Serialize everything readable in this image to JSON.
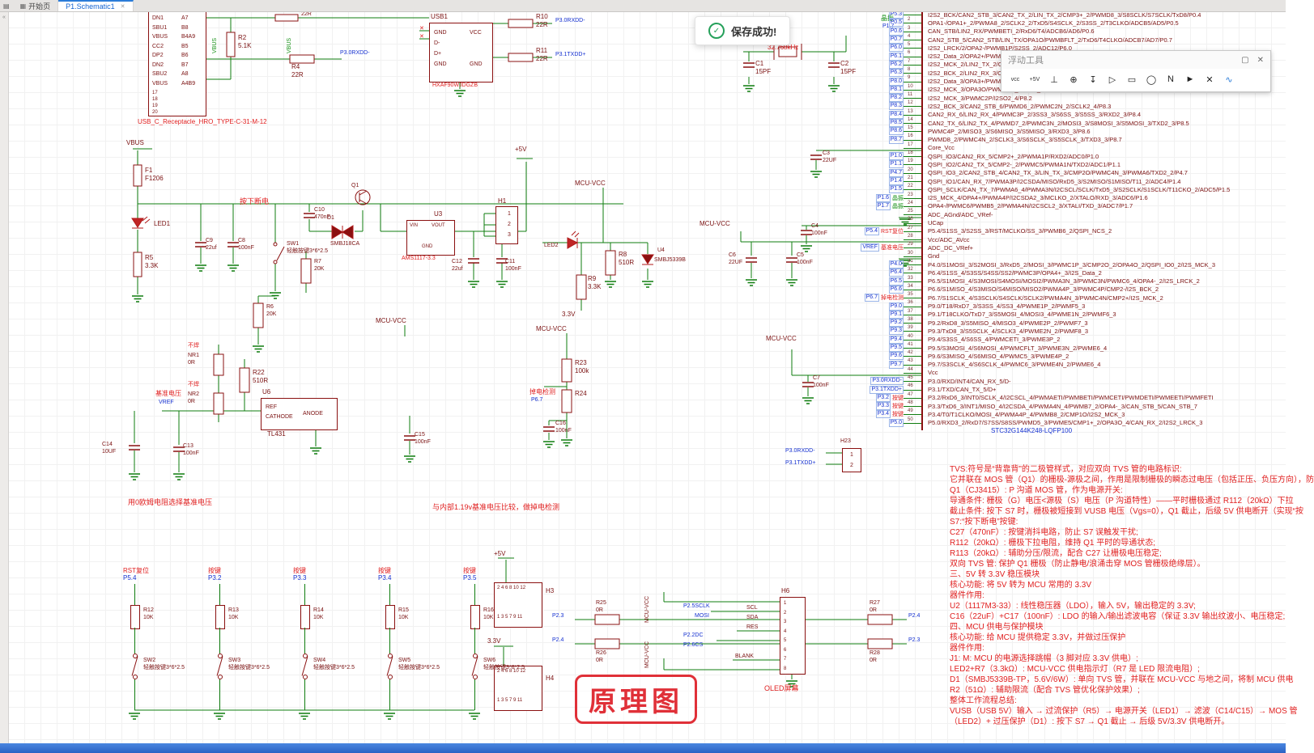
{
  "colors": {
    "wire": "#0f7d0f",
    "symbol": "#8a1010",
    "net_label": "#1430d0",
    "annotation_red": "#e02020",
    "tag_green": "#159015",
    "toast_green": "#25a05a",
    "tab_active_blue": "#1464d2"
  },
  "tabbar": {
    "nav_icon": "▤",
    "tabs": [
      {
        "icon": "▦",
        "label": "开始页"
      },
      {
        "label": "P1.Schematic1",
        "close": "✕"
      }
    ]
  },
  "toast": {
    "icon": "✓",
    "text": "保存成功!"
  },
  "float_toolbar": {
    "title": "浮动工具",
    "win_icons": {
      "restore": "▢",
      "close": "✕"
    },
    "icons": [
      "vcc",
      "+5V",
      "⊥",
      "⊕",
      "↧",
      "▷",
      "▭",
      "◯",
      "N",
      "►",
      "✕",
      "∿"
    ]
  },
  "mcu": {
    "part": "STC32G144K248-LQFP100",
    "rows": [
      {
        "net": "P5.3",
        "num": "1",
        "name": "I2S2_BCK/CAN2_STB_3/CAN2_TX_2/LIN_TX_2/CMP3+_2/PWMD8_3/S8SCLK/S7SCLK/TxD8/P0.4"
      },
      {
        "net": "P0.5",
        "num": "2",
        "name": "OPA1-/OPA1+_2/PWMA8_2/SCLK2_2/TxD5/S4SCLK_2/S3SS_2/T3CLKO/ADCB5/AD5/P0.5"
      },
      {
        "net": "P0.6",
        "num": "3",
        "name": "CAN_STB/LIN2_RX/PWMBETI_2/RxD6/T4/ADCB6/AD6/P0.6"
      },
      {
        "net": "P0.7",
        "num": "4",
        "name": "CAN2_STB_5/CAN2_STB/LIN_TX/OPA1O/PWMBFLT_2/TxD6/T4CLKO/ADCB7/AD7/P0.7"
      },
      {
        "net": "P6.0",
        "num": "5",
        "name": "I2S2_LRCK/2/OPA2-/PWMB1P/S2SS_2/ADC12/P6.0"
      },
      {
        "net": "P6.1",
        "num": "6",
        "name": "I2S2_Data_2/OPA2+/PWMB1N/S2MOSI_2/ADC13/P6.1"
      },
      {
        "net": "P6.2",
        "num": "7",
        "name": "I2S2_MCK_2/LIN2_TX_2/OPA2O/PWMB2P/S2MISO_2/P6.2"
      },
      {
        "net": "P6.3",
        "num": "8",
        "name": "I2S2_BCK_2/LIN2_RX_3/OPA3-/PWMB2N/S2SCLK_2/P6.3"
      },
      {
        "net": "P8.0",
        "num": "9",
        "name": "I2S2_Data_3/OPA3+/PWMC1P_2/I2SI_4/P8.0"
      },
      {
        "net": "P8.1",
        "num": "10",
        "name": "I2S2_MCK_3/OPA3O/PWMC1N_2/I2SO_4/P8.1"
      },
      {
        "net": "P8.2",
        "num": "11",
        "name": "I2S2_MCK_3/PWMC2P/I2SO2_4/P8.2"
      },
      {
        "net": "P8.3",
        "num": "12",
        "name": "I2S2_BCK_3/CAN2_STB_6/PWMD6_2/PWMC2N_2/SCLK2_4/P8.3"
      },
      {
        "net": "P8.4",
        "num": "13",
        "name": "CAN2_RX_6/LIN2_RX_4/PWMC3P_2/3SS3_3/S6SS_3/S5SS_3/RXD2_3/P8.4"
      },
      {
        "net": "P8.5",
        "num": "14",
        "name": "CAN2_TX_6/LIN2_TX_4/PWMD7_2/PWMC3N_2/MOSI3_3/S8MOSI_3/S5MOSI_3/TXD2_3/P8.5"
      },
      {
        "net": "P8.6",
        "num": "15",
        "name": "PWMC4P_2/MISO3_3/S6MISO_3/S5MISO_3/RXD3_3/P8.6"
      },
      {
        "net": "P8.7",
        "num": "16",
        "name": "PWMD8_2/PWMC4N_2/SCLK3_3/S6SCLK_3/S5SCLK_3/TXD3_3/P8.7"
      },
      {
        "num": "17",
        "name": "Core_Vcc"
      },
      {
        "net": "P1.0",
        "num": "18",
        "name": "QSPI_IO3/CAN2_RX_5/CMP2+_2/PWMA1P/RXD2/ADC0/P1.0"
      },
      {
        "net": "P1.1",
        "num": "19",
        "name": "QSPI_IO2/CAN2_TX_5/CMP2-_2/PWMC5/PWMA1N/TXD2/ADC1/P1.1"
      },
      {
        "net": "P4.7",
        "num": "20",
        "name": "QSPI_IO3_2/CAN2_STB_4/CAN2_TX_3/LIN_TX_3/CMP2O/PWMC4N_3/PWMA6/TXD2_2/P4.7"
      },
      {
        "net": "P1.4",
        "num": "21",
        "name": "QSPI_IO1/CAN_RX_7/PWMA3P/I2CSDA/MISO/RxD5_3/S2MISO/S1MISO/T11_2/ADC4/P1.4"
      },
      {
        "net": "P1.5",
        "num": "22",
        "name": "QSPI_SCLK/CAN_TX_7/PWMA6_4/PWMA3N/I2CSCL/SCLK/TxD5_3/S2SCLK/S1SCLK/T11CKO_2/ADC5/P1.5"
      },
      {
        "net": "P1.6",
        "tg": "晶振",
        "num": "23",
        "name": "I2S_MCK_4/OPA4+/PWMA4P/I2CSDA2_3/MCLKO_2/XTALO/RXD_3/ADC6/P1.6"
      },
      {
        "net": "P1.7",
        "tg": "晶振",
        "num": "24",
        "name": "OPA4-/PWMC6/PWMB5_2/PWMA4N/I2CSCL2_3/XTALI/TXD_3/ADC7/P1.7"
      },
      {
        "num": "25",
        "name": "ADC_AGnd/ADC_VRef-"
      },
      {
        "num": "26",
        "name": "UCap"
      },
      {
        "net": "P5.4",
        "tr": "RST复位",
        "num": "27",
        "name": "P5.4/S1SS_3/S2SS_3/RST/MCLKO/SS_3/PWMB6_2/QSPI_NCS_2"
      },
      {
        "num": "28",
        "name": "Vcc/ADC_AVcc"
      },
      {
        "net": "VREF",
        "tr": "基准电压",
        "num": "29",
        "name": "ADC_DC_VRef+"
      },
      {
        "num": "30",
        "name": "Gnd"
      },
      {
        "net": "P4.0",
        "num": "31",
        "name": "P4.0/S1MOSI_3/S2MOSI_3/RxD5_2/MOSI_3/PWMC1P_3/CMP2O_2/OPA4O_2/QSPI_IO0_2/I2S_MCK_3"
      },
      {
        "net": "P6.4",
        "num": "32",
        "name": "P6.4/S1SS_4/S3SS/S4SS/SS2/PWMC3P/OPA4+_3/I2S_Data_2"
      },
      {
        "net": "P6.5",
        "num": "33",
        "name": "P6.5/S1MOSI_4/S3MOSI/S4MOSI/MOSI2/PWMA3N_3/PWMC3N/PWMC6_4/OPA4-_2/I2S_LRCK_2"
      },
      {
        "net": "P6.6",
        "num": "34",
        "name": "P6.6/S1MISO_4/S3MISO/S4MISO/MISO2/PWMA4P_3/PWMC4P/CMP2-/I2S_BCK_2"
      },
      {
        "net": "P6.7",
        "tr": "掉电检测",
        "num": "35",
        "name": "P6.7/S1SCLK_4/S3SCLK/S4SCLK/SCLK2/PWMA4N_3/PWMC4N/CMP2+/I2S_MCK_2"
      },
      {
        "net": "P9.0",
        "num": "36",
        "name": "P9.0/T18/RxD7_3/S3SS_4/SS3_4/PWME1P_2/PWMF5_3"
      },
      {
        "net": "P9.1",
        "num": "37",
        "name": "P9.1/T18CLKO/TxD7_3/S5MOSI_4/MOSI3_4/PWME1N_2/PWMF6_3"
      },
      {
        "net": "P9.2",
        "num": "38",
        "name": "P9.2/RxD8_3/S5MISO_4/MISO3_4/PWME2P_2/PWMF7_3"
      },
      {
        "net": "P9.3",
        "num": "39",
        "name": "P9.3/TxD8_3/S5SCLK_4/SCLK3_4/PWME2N_2/PWMF8_3"
      },
      {
        "net": "P9.4",
        "num": "40",
        "name": "P9.4/S3SS_4/S6SS_4/PWMCETI_3/PWME3P_2"
      },
      {
        "net": "P9.5",
        "num": "41",
        "name": "P9.5/S3MOSI_4/S6MOSI_4/PWMCFLT_3/PWME3N_2/PWME6_4"
      },
      {
        "net": "P9.6",
        "num": "42",
        "name": "P9.6/S3MISO_4/S6MISO_4/PWMC5_3/PWME4P_2"
      },
      {
        "net": "P9.7",
        "num": "43",
        "name": "P9.7/S3SCLK_4/S6SCLK_4/PWMC6_3/PWME4N_2/PWME6_4"
      },
      {
        "num": "44",
        "name": "Vcc"
      },
      {
        "net": "P3.0RXDD-",
        "num": "45",
        "name": "P3.0/RXD/INT4/CAN_RX_5/D-"
      },
      {
        "net": "P3.1TXDD+",
        "num": "46",
        "name": "P3.1/TXD/CAN_TX_5/D+"
      },
      {
        "net": "P3.2",
        "tr": "按键",
        "num": "47",
        "name": "P3.2/RxD6_3/INT0/SCLK_4/I2CSCL_4/PWMAETI/PWMBETI/PWMCETI/PWMDETI/PWMEETI/PWMFETI"
      },
      {
        "net": "P3.3",
        "tr": "按键",
        "num": "48",
        "name": "P3.3/TxD6_3/INT1/MISO_4/I2CSDA_4/PWMA4N_4/PWMB7_2/OPA4-_3/CAN_STB_5/CAN_STB_7"
      },
      {
        "net": "P3.4",
        "tr": "按键",
        "num": "49",
        "name": "P3.4/T0/T1CLKO/MOSI_4/PWMA4P_4/PWMB8_2/CMP1O/I2S2_MCK_3"
      },
      {
        "net": "P5.0",
        "num": "50",
        "name": "P5.0/RXD3_2/RxD7/S7SS/S8SS/PWMD5_3/PWME5/CMP1+_2/OPA3O_4/CAN_RX_2/I2S2_LRCK_3"
      }
    ]
  },
  "switch_bank": {
    "columns": [
      {
        "tag": "RST复位",
        "net": "P5.4",
        "res": "R12\n10K",
        "sw": "SW2\n轻触按键3*6*2.5"
      },
      {
        "tag": "按键",
        "net": "P3.2",
        "res": "R13\n10K",
        "sw": "SW3\n轻触按键3*6*2.5"
      },
      {
        "tag": "按键",
        "net": "P3.3",
        "res": "R14\n10K",
        "sw": "SW4\n轻触按键3*6*2.5"
      },
      {
        "tag": "按键",
        "net": "P3.4",
        "res": "R15\n10K",
        "sw": "SW5\n轻触按键3*6*2.5"
      },
      {
        "tag": "按键",
        "net": "P3.5",
        "res": "R16\n10K",
        "sw": "SW6\n轻触按键3*6*2.5"
      }
    ]
  },
  "notes": {
    "stamp": "原理图",
    "tvs_lines": [
      "TVS:符号是“背靠背”的二极管样式，对应双向 TVS 管的电路标识:",
      "它并联在 MOS 管（Q1）的栅极-源极之间，作用是限制栅极的瞬态过电压（包括正压、负压方向），防",
      "Q1（CJ3415）: P 沟道 MOS 管，作为电源开关:",
      "导通条件: 栅极（G）电压<源极（S）电压（P 沟道特性）——平时栅极通过 R112（20kΩ）下拉",
      "截止条件: 按下 S7 时，栅极被短接到 VUSB 电压（Vgs=0），Q1 截止，后级 5V 供电断开（实现“按",
      "S7:“按下断电”按键:",
      "C27（470nF）: 按键消抖电路，防止 S7 误触发干扰;",
      "R112（20kΩ）: 栅极下拉电阻，维持 Q1 平时的导通状态;",
      "R113（20kΩ）: 辅助分压/限流，配合 C27 让栅极电压稳定;",
      "双向 TVS 管: 保护 Q1 栅极（防止静电/浪涌击穿 MOS 管栅极绝缘层）。",
      "三、5V 转 3.3V 稳压模块",
      "核心功能: 将 5V 转为 MCU 常用的 3.3V",
      "器件作用:",
      "U2（1117M3-33）: 线性稳压器（LDO），输入 5V，输出稳定的 3.3V;",
      "C16（22uF）+C17（100nF）: LDO 的输入/输出滤波电容（保证 3.3V 输出纹波小、电压稳定;",
      "四、MCU 供电与保护模块",
      "核心功能: 给 MCU 提供稳定 3.3V，并做过压保护",
      "器件作用:",
      "J1: M: MCU 的电源选择跳帽（3 脚对应 3.3V 供电）;",
      "LED2+R7（3.3kΩ）: MCU-VCC 供电指示灯（R7 是 LED 限流电阻）;",
      "D1（SMBJ5339B-TP，5.6V/6W）: 单向 TVS 管，并联在 MCU-VCC 与地之间，将制 MCU 供电",
      "R2（51Ω）: 辅助限流（配合 TVS 管优化保护效果）;",
      "整体工作流程总结:",
      "VUSB（USB 5V）输入 → 过流保护（R5）→ 电源开关（LED1）→ 滤波（C14/C15）→ MOS 管",
      "（LED2）+ 过压保护（D1）: 按下 S7 → Q1 截止 → 后级 5V/3.3V 供电断开。"
    ]
  },
  "c": {
    "usbc_name": "USB_C_Receptacle_HRO_TYPE-C-31-M-12",
    "usbc_pins_l": "DN1\nSBU1\nVBUS\nCC2\nDP2\nDN2\nSBU2\nVBUS",
    "usbc_pins_r": "A7\nB8\nB4A9\nB5\nB6\nB7\nA8\nA4B9",
    "usbc_shell": "17\n18\n19\n20",
    "vbus_vert": "VBUS",
    "r_top": "22R",
    "r2": "R2\n5.1K",
    "r4": "R4\n22R",
    "p30rxdd": "P3.0RXDD-",
    "p31txdd": "P3.1TXDD+",
    "usb1_ref": "USB1",
    "usb1_pins_l": "GND\nD-\nD+\nGND",
    "usb1_pins_r": "VCC\n\n\nGND",
    "usb1_part": "HXAF90WJDGZB",
    "nc_x": "✕",
    "r10": "R10\n22R",
    "r11": "R11\n22R",
    "xtal_freq": "32.768kHz",
    "c1": "C1\n15PF",
    "c2": "C2\n15PF",
    "xtal_tag": "晶振",
    "xtal_net": "P1.7",
    "vbus_flag": "VBUS",
    "f1": "F1\nF1206",
    "note_poweroff": "按下断电",
    "led1": "LED1",
    "r5": "R5\n3.3K",
    "c9": "C9\n22uf",
    "c8": "C8\n100nF",
    "sw1": "SW1\n轻触按键3*6*2.5",
    "r7": "R7\n20K",
    "r6": "R6\n20K",
    "c10": "C10\n470nF",
    "d1": "D1",
    "d1_part": "SMBJ18CA",
    "q1": "Q1",
    "u3": "U3",
    "u3_part": "AMS1117-3.3",
    "u3_vin": "VIN",
    "u3_vout": "VOUT",
    "u3_gnd": "GND",
    "plus5": "+5V",
    "c12": "C12\n22uf",
    "c11": "C11\n100nF",
    "h1": "H1",
    "h1_pins": "1\n2\n3",
    "mcu_vcc": "MCU-VCC",
    "led2": "LED2",
    "r8": "R8\n510R",
    "u4": "U4",
    "u4_part": "SMBJ5339B",
    "r9": "R9\n3.3K",
    "v33": "3.3V",
    "r23": "R23\n100k",
    "r24": "R24",
    "tag_lvd": "掉电检测",
    "p67": "P6.7",
    "c16": "C16\n100nF",
    "no_solder": "不焊",
    "nr1": "NR1\n0R",
    "nr2": "NR2\n0R",
    "r22": "R22\n510R",
    "tag_vref": "基准电压",
    "vref": "VREF",
    "u6": "U6",
    "u6_part": "TL431",
    "u6_ref": "REF",
    "u6_cath": "CATHODE",
    "u6_an": "ANODE",
    "c14": "C14\n10UF",
    "c13": "C13\n100nF",
    "c15": "C15\n100nF",
    "c3": "C3\n22UF",
    "c4": "C4\n100nF",
    "c6": "C6\n22UF",
    "c5": "C5\n100nF",
    "c7": "C7\n100nF",
    "h23": "H23",
    "h23_pins": "1\n2",
    "note_vref": "用0欧姆电阻选择基准电压",
    "note_lvd": "与内部1.19v基准电压比较，做掉电检测",
    "h3": "H3",
    "h4": "H4",
    "hdr_top": "2 4 6 8 10 12",
    "hdr_bot": "1 3 5 7 9 11",
    "p23": "P2.3",
    "p24": "P2.4",
    "r25": "R25\n0R",
    "r26": "R26\n0R",
    "r27": "R27\n0R",
    "r28": "R28\n0R",
    "p25sclk": "P2.5SCLK",
    "mosi": "MOSI",
    "p22dc": "P2.2DC",
    "p26cs": "P2.6CS",
    "scl": "SCL",
    "sda": "SDA",
    "res": "RES",
    "blank": "BLANK",
    "h6": "H6",
    "h6_pins": "1\n2\n3\n4\n5\n6\n7\n8",
    "oled_name": "OLED屏幕"
  }
}
